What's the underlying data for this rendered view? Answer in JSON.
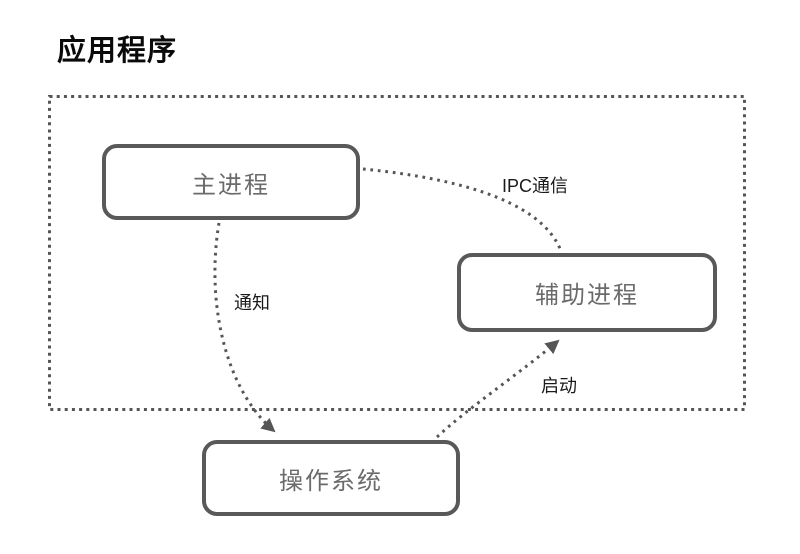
{
  "diagram": {
    "title": "应用程序",
    "boundary": {
      "name": "application-boundary",
      "style": "dotted-rectangle"
    },
    "nodes": [
      {
        "id": "main-process",
        "label": "主进程"
      },
      {
        "id": "helper-process",
        "label": "辅助进程"
      },
      {
        "id": "operating-system",
        "label": "操作系统"
      }
    ],
    "edges": [
      {
        "from": "main-process",
        "to": "helper-process",
        "label": "IPC通信",
        "style": "dotted-curve",
        "arrowhead": "none"
      },
      {
        "from": "main-process",
        "to": "operating-system",
        "label": "通知",
        "style": "dotted-curve",
        "arrowhead": "end"
      },
      {
        "from": "operating-system",
        "to": "helper-process",
        "label": "启动",
        "style": "dotted-curve",
        "arrowhead": "end"
      }
    ],
    "colors": {
      "background": "#ffffff",
      "title_text": "#0a0a0a",
      "node_border": "#595959",
      "node_text": "#6b6b6b",
      "edge_stroke": "#555555",
      "edge_label_text": "#1a1a1a",
      "boundary_stroke": "#555555"
    }
  }
}
